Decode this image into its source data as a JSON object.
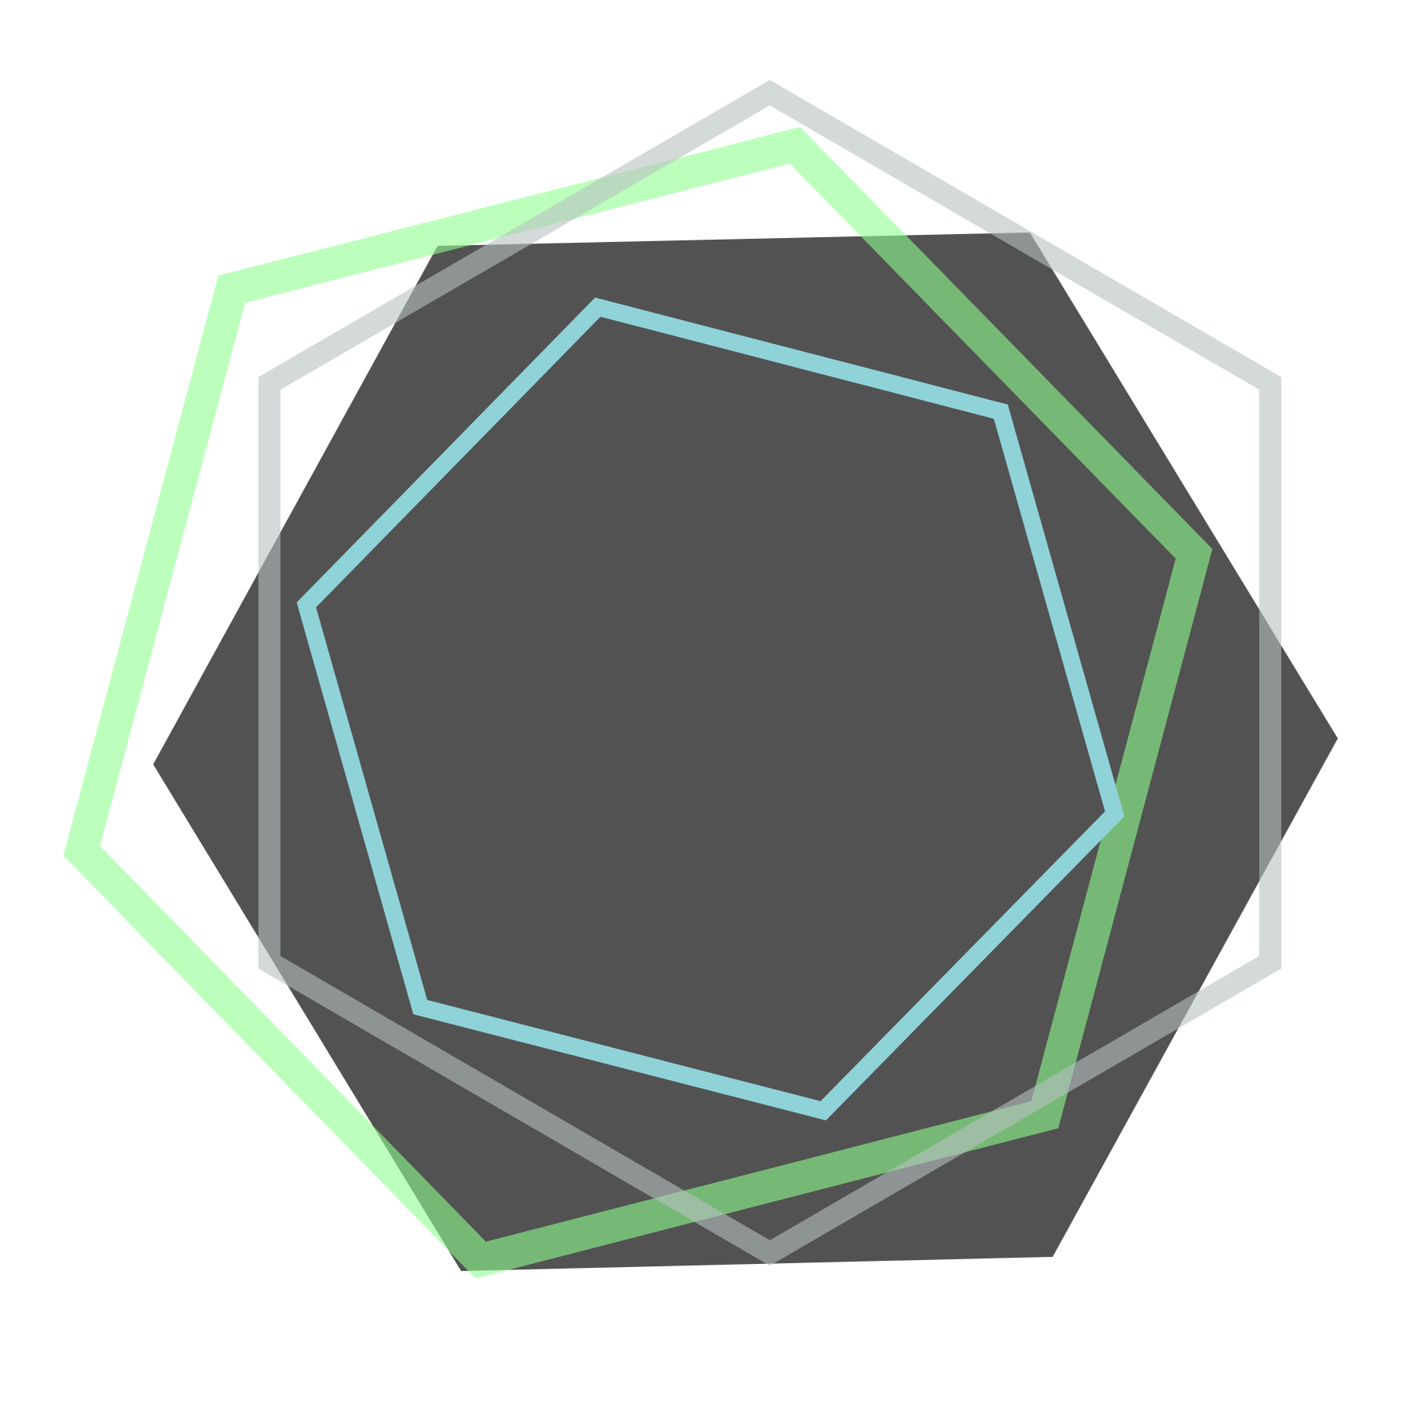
{
  "background": "#ffffff",
  "shapes": [
    {
      "id": "dark-hexagon",
      "kind": "filled-hexagon",
      "fill": "#525252",
      "opacity": 1
    },
    {
      "id": "green-hexagon-outline",
      "kind": "outlined-hexagon",
      "stroke": "#8fff8f",
      "opacity": 0.6
    },
    {
      "id": "gray-hexagon-outline",
      "kind": "outlined-hexagon",
      "stroke": "#b8c2c0",
      "opacity": 0.6
    },
    {
      "id": "cyan-hexagon-outline",
      "kind": "outlined-hexagon",
      "stroke": "#8fd3d8",
      "opacity": 1
    }
  ]
}
